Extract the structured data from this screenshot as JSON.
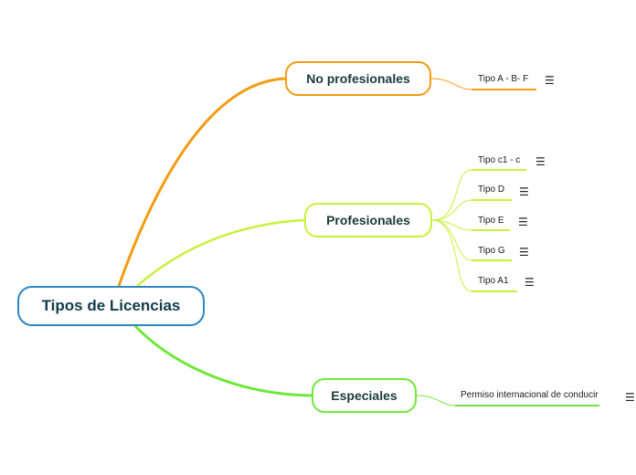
{
  "root": {
    "label": "Tipos de Licencias",
    "color": "#2e86c1"
  },
  "branches": [
    {
      "label": "No profesionales",
      "color": "#f39c12",
      "leaves": [
        {
          "label": "Tipo A - B- F"
        }
      ]
    },
    {
      "label": "Profesionales",
      "color": "#c8f03c",
      "leaves": [
        {
          "label": "Tipo c1 - c"
        },
        {
          "label": "Tipo D"
        },
        {
          "label": "Tipo E"
        },
        {
          "label": "Tipo G"
        },
        {
          "label": "Tipo A1"
        }
      ]
    },
    {
      "label": "Especiales",
      "color": "#6ee83a",
      "leaves": [
        {
          "label": "Permiso internacional de conducir"
        }
      ]
    }
  ],
  "icons": {
    "leaf_menu": "hamburger-menu-icon",
    "menu_glyph": "☰"
  }
}
